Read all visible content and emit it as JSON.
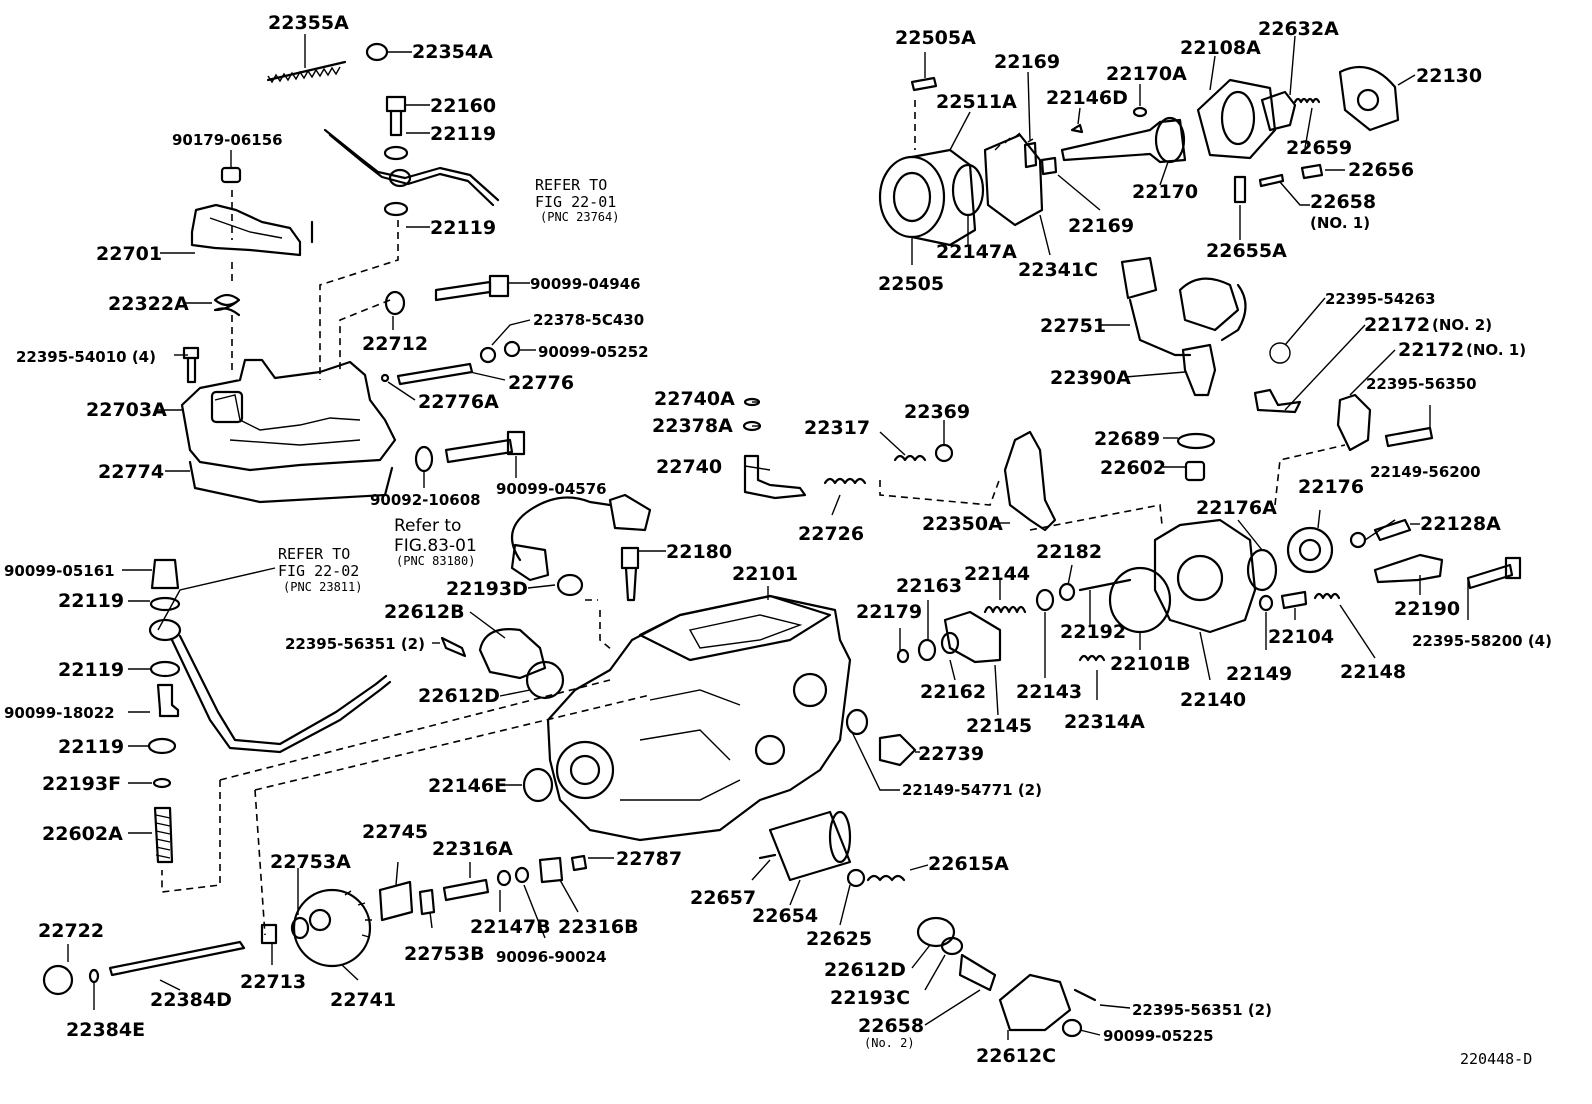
{
  "figure_id": "220448-D",
  "notes": {
    "refer1": [
      "REFER TO",
      "FIG 22-01",
      "(PNC 23764)"
    ],
    "refer2": [
      "REFER TO",
      "FIG 22-02",
      "(PNC 23811)"
    ],
    "refer3": [
      "Refer to",
      "FIG.83-01",
      "(PNC 83180)"
    ]
  },
  "labels": [
    {
      "id": "22355A"
    },
    {
      "id": "22354A"
    },
    {
      "id": "22160"
    },
    {
      "id": "22119"
    },
    {
      "id": "90179-06156"
    },
    {
      "id": "22119"
    },
    {
      "id": "22701"
    },
    {
      "id": "22322A"
    },
    {
      "id": "90099-04946"
    },
    {
      "id": "22712"
    },
    {
      "id": "22378-5C430"
    },
    {
      "id": "22395-54010 (4)"
    },
    {
      "id": "90099-05252"
    },
    {
      "id": "22776"
    },
    {
      "id": "22703A"
    },
    {
      "id": "22776A"
    },
    {
      "id": "22774"
    },
    {
      "id": "90092-10608"
    },
    {
      "id": "90099-04576"
    },
    {
      "id": "90099-05161"
    },
    {
      "id": "22119"
    },
    {
      "id": "22119"
    },
    {
      "id": "90099-18022"
    },
    {
      "id": "22119"
    },
    {
      "id": "22193F"
    },
    {
      "id": "22602A"
    },
    {
      "id": "22180"
    },
    {
      "id": "22193D"
    },
    {
      "id": "22612B"
    },
    {
      "id": "22395-56351 (2)"
    },
    {
      "id": "22612D"
    },
    {
      "id": "22101"
    },
    {
      "id": "22146E"
    },
    {
      "id": "22745"
    },
    {
      "id": "22753A"
    },
    {
      "id": "22316A"
    },
    {
      "id": "22787"
    },
    {
      "id": "22147B"
    },
    {
      "id": "22316B"
    },
    {
      "id": "22753B"
    },
    {
      "id": "90096-90024"
    },
    {
      "id": "22722"
    },
    {
      "id": "22713"
    },
    {
      "id": "22741"
    },
    {
      "id": "22384D"
    },
    {
      "id": "22384E"
    },
    {
      "id": "22657"
    },
    {
      "id": "22654"
    },
    {
      "id": "22625"
    },
    {
      "id": "22615A"
    },
    {
      "id": "22612D"
    },
    {
      "id": "22193C"
    },
    {
      "id": "22658"
    },
    {
      "id": "(No. 2)"
    },
    {
      "id": "22612C"
    },
    {
      "id": "22395-56351 (2)"
    },
    {
      "id": "90099-05225"
    },
    {
      "id": "22739"
    },
    {
      "id": "22149-54771 (2)"
    },
    {
      "id": "22740A"
    },
    {
      "id": "22378A"
    },
    {
      "id": "22740"
    },
    {
      "id": "22317"
    },
    {
      "id": "22369"
    },
    {
      "id": "22726"
    },
    {
      "id": "22350A"
    },
    {
      "id": "22505A"
    },
    {
      "id": "22169"
    },
    {
      "id": "22511A"
    },
    {
      "id": "22170A"
    },
    {
      "id": "22146D"
    },
    {
      "id": "22108A"
    },
    {
      "id": "22632A"
    },
    {
      "id": "22130"
    },
    {
      "id": "22659"
    },
    {
      "id": "22656"
    },
    {
      "id": "22170"
    },
    {
      "id": "22169"
    },
    {
      "id": "22658"
    },
    {
      "id": "(NO. 1)"
    },
    {
      "id": "22505"
    },
    {
      "id": "22147A"
    },
    {
      "id": "22341C"
    },
    {
      "id": "22655A"
    },
    {
      "id": "22751"
    },
    {
      "id": "22390A"
    },
    {
      "id": "22395-54263"
    },
    {
      "id": "22172"
    },
    {
      "id": "(NO. 2)"
    },
    {
      "id": "22172"
    },
    {
      "id": "(NO. 1)"
    },
    {
      "id": "22395-56350"
    },
    {
      "id": "22689"
    },
    {
      "id": "22602"
    },
    {
      "id": "22149-56200"
    },
    {
      "id": "22176A"
    },
    {
      "id": "22176"
    },
    {
      "id": "22128A"
    },
    {
      "id": "22182"
    },
    {
      "id": "22144"
    },
    {
      "id": "22163"
    },
    {
      "id": "22179"
    },
    {
      "id": "22192"
    },
    {
      "id": "22162"
    },
    {
      "id": "22145"
    },
    {
      "id": "22143"
    },
    {
      "id": "22101B"
    },
    {
      "id": "22314A"
    },
    {
      "id": "22140"
    },
    {
      "id": "22149"
    },
    {
      "id": "22104"
    },
    {
      "id": "22148"
    },
    {
      "id": "22190"
    },
    {
      "id": "22395-58200 (4)"
    }
  ]
}
